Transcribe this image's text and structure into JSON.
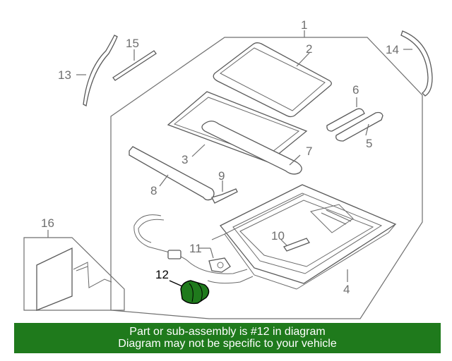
{
  "diagram": {
    "labels": {
      "l1": "1",
      "l2": "2",
      "l3": "3",
      "l4": "4",
      "l5": "5",
      "l6": "6",
      "l7": "7",
      "l8": "8",
      "l9": "9",
      "l10": "10",
      "l11": "11",
      "l12": "12",
      "l13": "13",
      "l14": "14",
      "l15": "15",
      "l16": "16"
    },
    "highlighted_part": "12",
    "colors": {
      "highlight": "#1f7a1c",
      "banner": "#1f7a1c",
      "line": "#6f6f6f"
    }
  },
  "banner": {
    "line1": "Part or sub-assembly is #12 in diagram",
    "line2": "Diagram may not be specific to your vehicle"
  }
}
